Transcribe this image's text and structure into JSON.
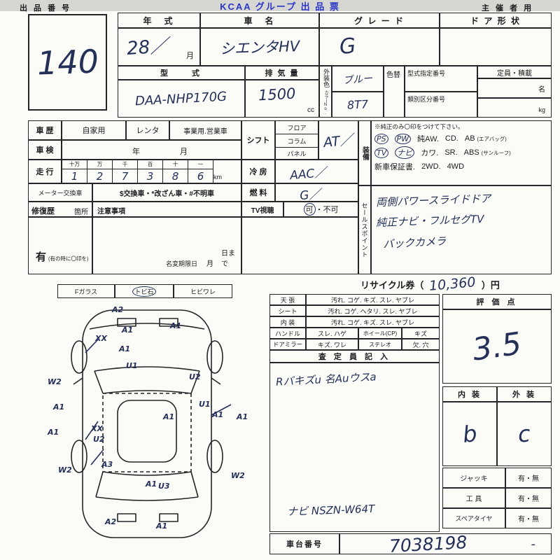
{
  "header": {
    "title": "KCAA グループ 出 品 票",
    "corner": "主 催 者 用",
    "exhibit_label": "出 品 番 号",
    "exhibit_no": "140"
  },
  "top": {
    "year_label": "年　式",
    "year_value": "28／",
    "year_month": "月",
    "name_label": "車　名",
    "name_value": "シエンタHV",
    "grade_label": "グ レ ー ド",
    "grade_value": "G",
    "door_label": "ド ア 形 状",
    "model_label": "型　　式",
    "model_value": "DAA-NHP170G",
    "disp_label": "排 気 量",
    "disp_value": "1500",
    "disp_unit": "cc",
    "color_label": "外装色",
    "color_no_label": "カラーNo.",
    "color_value": "ブルー",
    "color_code": "8T7",
    "recolor_label": "色替",
    "type_no_label": "型式指定番号",
    "class_no_label": "類別区分番号",
    "capacity_label": "定員・積載",
    "capacity_persons": "名",
    "capacity_weight": "kg"
  },
  "history": {
    "label": "車 歴",
    "opt1": "自家用",
    "opt2": "レンタ",
    "opt3": "事業用.営業車"
  },
  "inspection": {
    "label": "車 検",
    "year": "年",
    "month": "月"
  },
  "mileage": {
    "label": "走 行",
    "h0": "十万",
    "h1": "万",
    "h2": "千",
    "h3": "百",
    "h4": "十",
    "h5": "一",
    "d0": "1",
    "d1": "2",
    "d2": "7",
    "d3": "3",
    "d4": "8",
    "d5": "6",
    "unit": "km"
  },
  "meter": {
    "label": "メーター交換車",
    "text": "$交換車・*改ざん車・#不明車"
  },
  "repair": {
    "label": "修復歴",
    "sub": "箇所",
    "value": "有",
    "note": "(有の時に〇印を)"
  },
  "caution": {
    "label": "注意事項",
    "deadline": "名変期限日",
    "month": "月",
    "day": "日まで"
  },
  "shift": {
    "label": "シフト",
    "opt1": "フロア",
    "opt2": "コラム",
    "opt3": "パネル",
    "value": "AT／"
  },
  "ac": {
    "label": "冷 房",
    "value": "AAC／"
  },
  "fuel": {
    "label": "燃 料",
    "value": "G／"
  },
  "tv": {
    "label": "TV視聴",
    "yes": "可",
    "rest": "・不可"
  },
  "equipment": {
    "label": "装備",
    "note": "※純正のみ〇印をつけて下さい。",
    "line1": [
      "PS",
      "PW",
      "純AW.",
      "CD.",
      "AB",
      "(エアバッグ)"
    ],
    "line2": [
      "TV",
      "ナビ",
      "カワ.",
      "SR.",
      "ABS",
      "(サンルーフ)"
    ],
    "line3": [
      "新車保証書.",
      "2WD.",
      "4WD"
    ]
  },
  "sales": {
    "label": "セールスポイント",
    "line1": "両側パワースライドドア",
    "line2": "純正ナビ・フルセグTV",
    "line3": "バックカメラ"
  },
  "recycle": {
    "label": "リサイクル券（",
    "value": "10,360",
    "suffix": "）円"
  },
  "legend": {
    "i0": "Fガラス",
    "i1": "トビ石",
    "i2": "ヒビワレ"
  },
  "diagram": {
    "marks": [
      "A2",
      "A1",
      "A1",
      "XX",
      "A1",
      "U1",
      "W2",
      "A1",
      "U2",
      "U1",
      "A1",
      "A1",
      "A1",
      "XX",
      "U2",
      "A1",
      "A3",
      "W2",
      "A1",
      "U3",
      "W2",
      "A2",
      "A1"
    ]
  },
  "condition": {
    "rows": [
      {
        "label": "天 張",
        "text": "汚れ. コゲ. キズ. スレ. ヤブレ"
      },
      {
        "label": "シート",
        "text": "汚れ. コゲ. ヘタリ. スレ. ヤブレ"
      },
      {
        "label": "内 装",
        "text": "汚れ. コゲ. キズ. スレ. ヤブレ"
      },
      {
        "label": "ハンドル",
        "text": "スレ. ハゲ",
        "c2": "ホイール(CP)",
        "c3": "キズ"
      },
      {
        "label": "ドアミラー",
        "text": "キズ. ワレ",
        "c2": "ステレオ",
        "c3": "欠. 穴"
      }
    ]
  },
  "inspector": {
    "header": "査 定 員 記 入",
    "note": "Rバキズu 名Auウスa",
    "navi": "ナビ NSZN-W64T"
  },
  "rating": {
    "header": "評 価 点",
    "score": "3.5",
    "interior_label": "内 装",
    "exterior_label": "外 装",
    "interior": "b",
    "exterior": "c"
  },
  "accessories": {
    "r0l": "ジャッキ",
    "r0v": "有・無",
    "r1l": "工 具",
    "r1v": "有・無",
    "r2l": "スペアタイヤ",
    "r2v": "有・無"
  },
  "chassis": {
    "label": "車台番号",
    "value": "7038198",
    "dash": "-"
  }
}
